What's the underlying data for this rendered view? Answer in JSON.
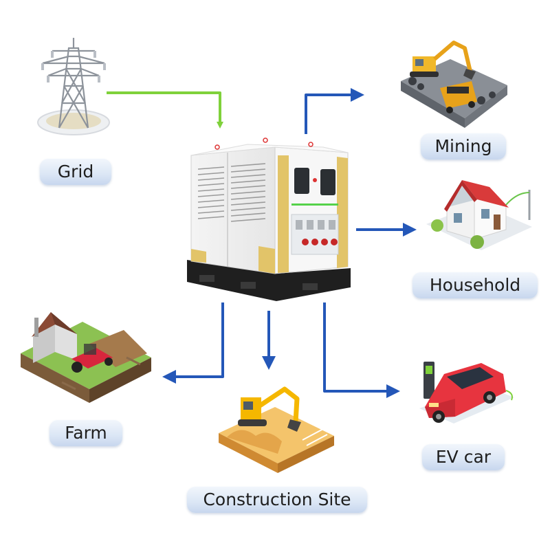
{
  "colors": {
    "grid_arrow": "#7fd13b",
    "output_arrow": "#2457b8",
    "label_bg": "#dfe8f6",
    "unit_accent": "#e2c469"
  },
  "source": {
    "label": "Grid",
    "icon": "transmission-tower-icon"
  },
  "hub": {
    "icon": "battery-storage-unit-icon"
  },
  "destinations": [
    {
      "id": "mining",
      "label": "Mining",
      "icon": "excavator-quarry-icon"
    },
    {
      "id": "household",
      "label": "Household",
      "icon": "house-icon"
    },
    {
      "id": "farm",
      "label": "Farm",
      "icon": "farm-tractor-icon"
    },
    {
      "id": "construction",
      "label": "Construction Site",
      "icon": "construction-excavator-icon"
    },
    {
      "id": "ev",
      "label": "EV car",
      "icon": "ev-car-charging-icon"
    }
  ]
}
